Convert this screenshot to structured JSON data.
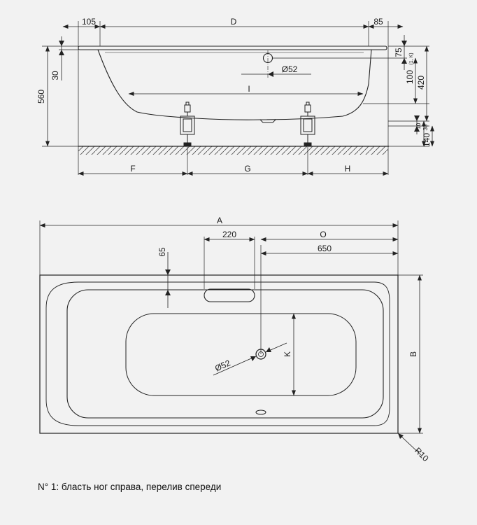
{
  "caption": "N° 1: бласть ног справа, перелив спереди",
  "colors": {
    "background": "#f2f2f2",
    "line": "#222222"
  },
  "side_view": {
    "top_labels": {
      "left": "105",
      "middle": "D",
      "right": "85"
    },
    "left_labels": {
      "height": "560",
      "rim": "30"
    },
    "right_labels": {
      "r75": "75",
      "r100": "100",
      "r100_note": "(1, K)",
      "r420": "420",
      "r10": "10",
      "r30": "30",
      "r140": "140"
    },
    "inner_labels": {
      "overflow_diameter": "Ø52",
      "length": "I"
    },
    "bottom_labels": {
      "left": "F",
      "middle": "G",
      "right": "H"
    }
  },
  "top_view": {
    "labels": {
      "length": "A",
      "width": "B",
      "w220": "220",
      "offset": "O",
      "d650": "650",
      "d65": "65",
      "drain": "Ø52",
      "k": "K",
      "radius": "R10"
    }
  }
}
